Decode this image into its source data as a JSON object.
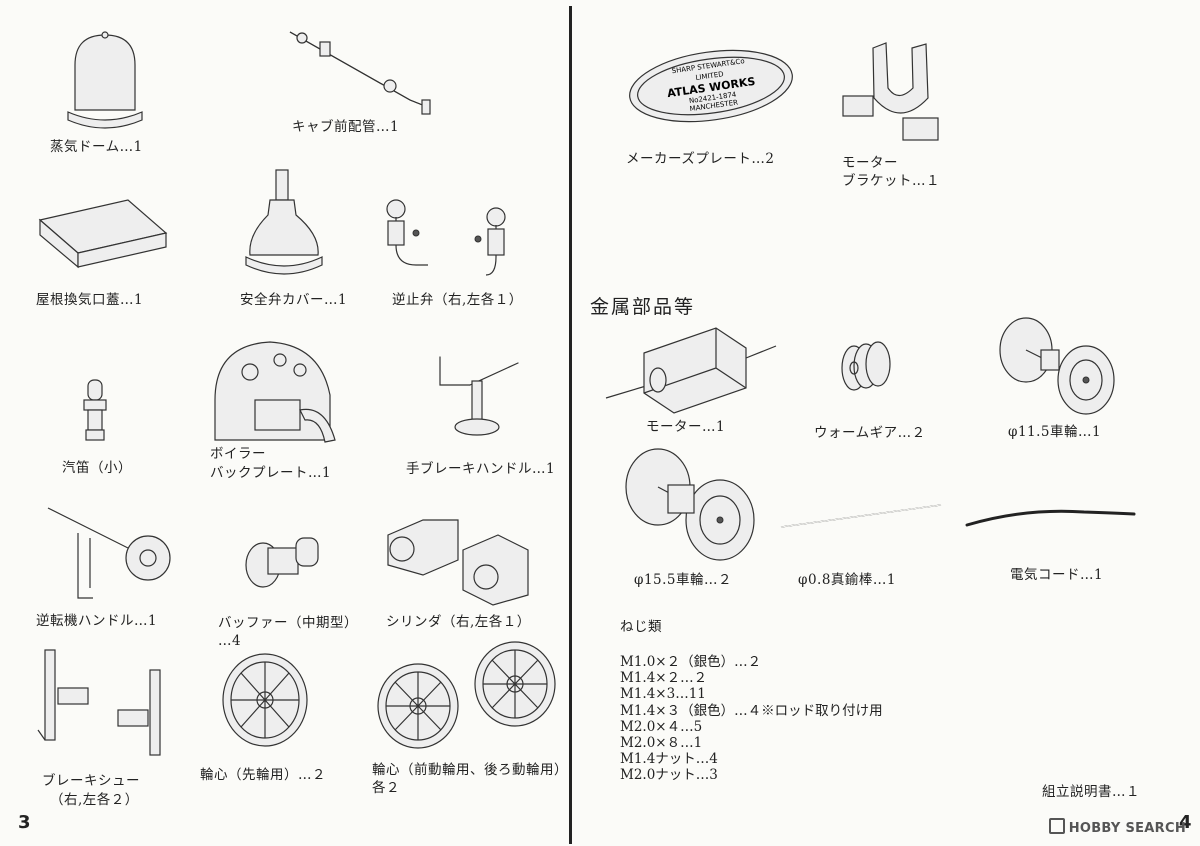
{
  "left_page": {
    "page_number": "3",
    "parts": [
      {
        "id": "steam-dome",
        "label": "蒸気ドーム…1"
      },
      {
        "id": "cab-front-pipe",
        "label": "キャブ前配管…1"
      },
      {
        "id": "roof-vent-cover",
        "label": "屋根換気口蓋…1"
      },
      {
        "id": "safety-valve-cover",
        "label": "安全弁カバー…1"
      },
      {
        "id": "check-valve",
        "label": "逆止弁（右,左各１）"
      },
      {
        "id": "whistle-small",
        "label": "汽笛（小）"
      },
      {
        "id": "boiler-backplate",
        "label_line1": "ボイラー",
        "label_line2": "バックプレート…1"
      },
      {
        "id": "hand-brake-handle",
        "label": "手ブレーキハンドル…1"
      },
      {
        "id": "reverser-handle",
        "label": "逆転機ハンドル…1"
      },
      {
        "id": "buffer-mid",
        "label_line1": "バッファー（中期型）",
        "label_line2": "…4"
      },
      {
        "id": "cylinder",
        "label": "シリンダ（右,左各１）"
      },
      {
        "id": "brake-shoe",
        "label_line1": "ブレーキシュー",
        "label_line2": "（右,左各２）"
      },
      {
        "id": "wheel-center-leading",
        "label": "輪心（先輪用）…２"
      },
      {
        "id": "wheel-center-driving",
        "label_line1": "輪心（前動輪用、後ろ動輪用）",
        "label_line2": "各２"
      }
    ]
  },
  "right_page": {
    "page_number": "4",
    "parts": [
      {
        "id": "maker-plate",
        "label": "メーカーズプレート…2",
        "plate_text": [
          "SHARP STEWART&Co",
          "LIMITED",
          "ATLAS WORKS",
          "No2421-1874",
          "MANCHESTER"
        ]
      },
      {
        "id": "motor-bracket",
        "label_line1": "モーター",
        "label_line2": "ブラケット…１"
      }
    ],
    "metal_section": {
      "heading": "金属部品等",
      "parts": [
        {
          "id": "motor",
          "label": "モーター…1"
        },
        {
          "id": "worm-gear",
          "label": "ウォームギア…２"
        },
        {
          "id": "wheel-11-5",
          "label": "φ11.5車輪…1"
        },
        {
          "id": "wheel-15-5",
          "label": "φ15.5車輪…２"
        },
        {
          "id": "brass-rod",
          "label": "φ0.8真鍮棒…1"
        },
        {
          "id": "electric-cord",
          "label": "電気コード…1"
        }
      ]
    },
    "screws": {
      "heading": "ねじ類",
      "items": [
        "M1.0×２（銀色）…２",
        "M1.4×２…２",
        "M1.4×3…11",
        "M1.4×３（銀色）…４※ロッド取り付け用",
        "M2.0×４…5",
        "M2.0×８…1",
        "M1.4ナット…4",
        "M2.0ナット…3"
      ]
    },
    "manual": "組立説明書…１"
  },
  "watermark": "HOBBY SEARCH",
  "icons": [
    "hobby-search-logo-icon"
  ]
}
